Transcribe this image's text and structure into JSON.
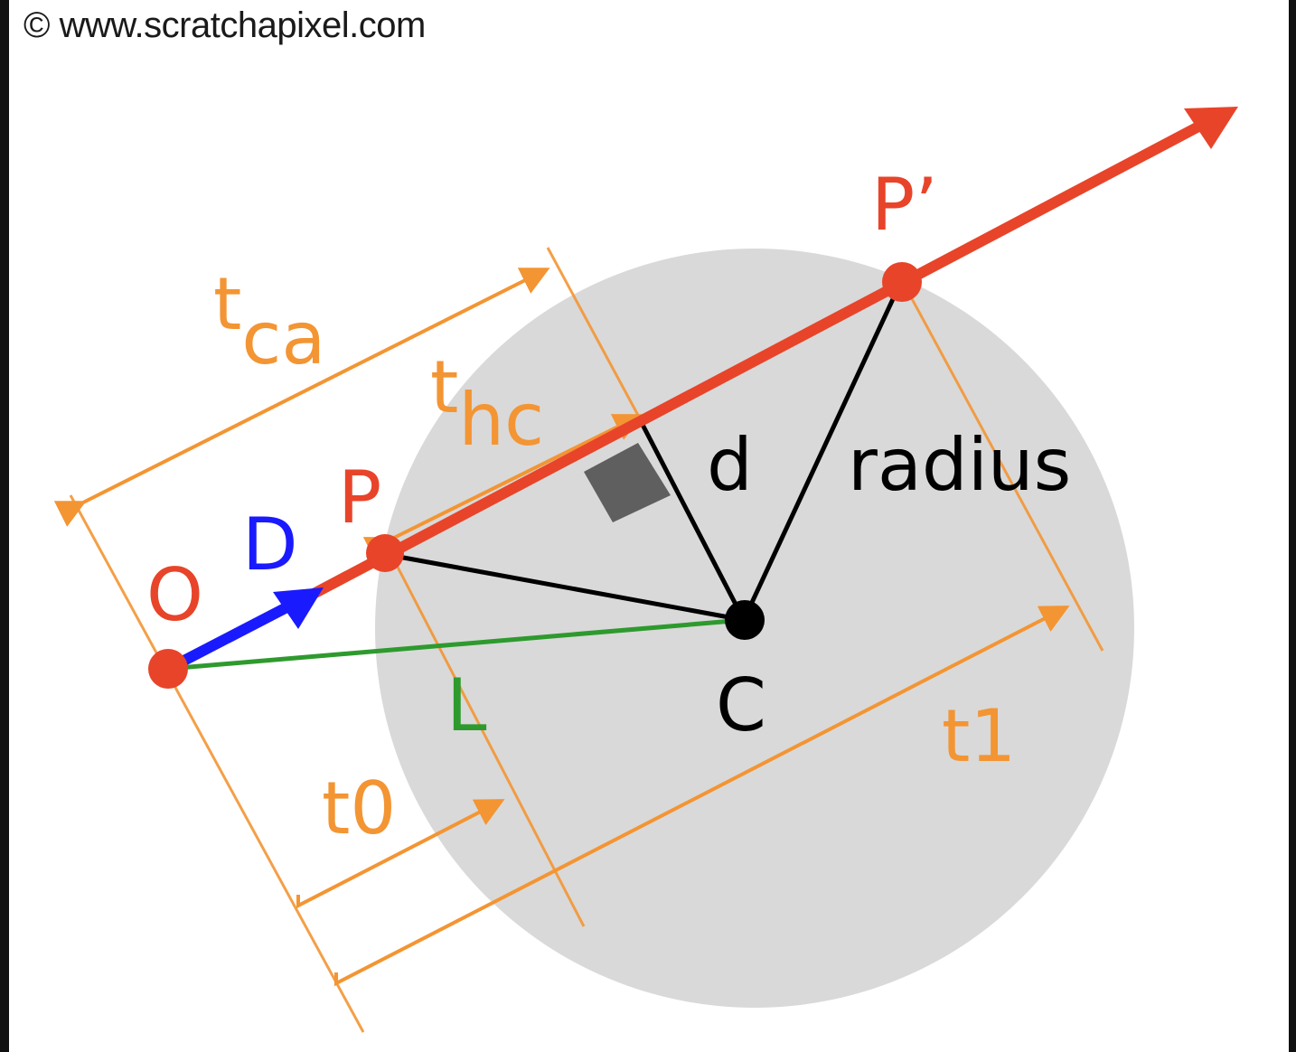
{
  "copyright": "© www.scratchapixel.com",
  "labels": {
    "origin": "O",
    "direction": "D",
    "hit_near": "P",
    "hit_far": "P’",
    "center": "C",
    "vector_L": "L",
    "distance_d": "d",
    "radius": "radius",
    "t_ca_base": "t",
    "t_ca_sub": "ca",
    "t_hc_base": "t",
    "t_hc_sub": "hc",
    "t0": "t0",
    "t1": "t1"
  },
  "colors": {
    "ray": "#e8442a",
    "direction": "#1a1aff",
    "vector_L": "#2e9a2e",
    "dimension": "#f39533",
    "sphere": "#d9d9d9",
    "segments": "#000000",
    "right_angle": "#5f5f5f"
  }
}
